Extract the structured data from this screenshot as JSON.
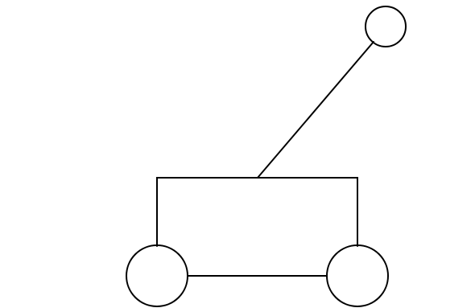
{
  "diagram": {
    "background_color": "#ffffff",
    "line_color": "#000000",
    "components": [
      {
        "name": "handle-knob",
        "shape": "circle"
      },
      {
        "name": "handle-shaft",
        "shape": "line"
      },
      {
        "name": "wagon-body",
        "shape": "rectangle-open-bottom"
      },
      {
        "name": "front-wheel",
        "shape": "circle"
      },
      {
        "name": "rear-wheel",
        "shape": "circle"
      },
      {
        "name": "axle",
        "shape": "line"
      }
    ]
  }
}
